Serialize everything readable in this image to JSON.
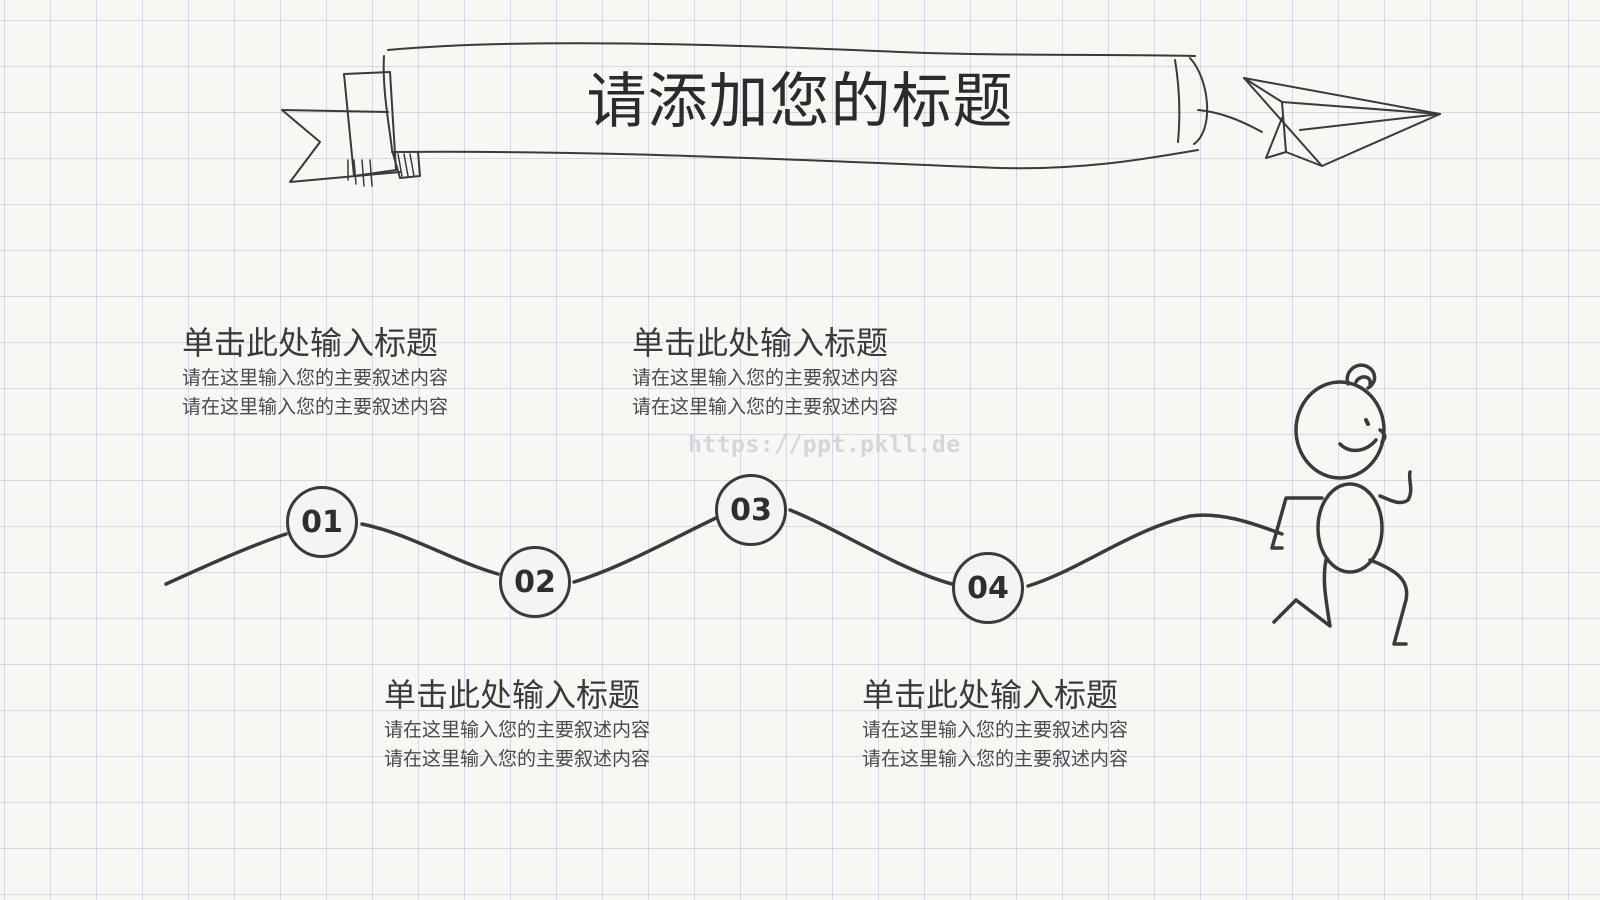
{
  "page": {
    "title": "请添加您的标题"
  },
  "steps": [
    {
      "number": "01",
      "heading": "单击此处输入标题",
      "lines": [
        "请在这里输入您的主要叙述内容",
        "请在这里输入您的主要叙述内容"
      ]
    },
    {
      "number": "02",
      "heading": "单击此处输入标题",
      "lines": [
        "请在这里输入您的主要叙述内容",
        "请在这里输入您的主要叙述内容"
      ]
    },
    {
      "number": "03",
      "heading": "单击此处输入标题",
      "lines": [
        "请在这里输入您的主要叙述内容",
        "请在这里输入您的主要叙述内容"
      ]
    },
    {
      "number": "04",
      "heading": "单击此处输入标题",
      "lines": [
        "请在这里输入您的主要叙述内容",
        "请在这里输入您的主要叙述内容"
      ]
    }
  ],
  "watermark": "https://ppt.pkll.de",
  "colors": {
    "ink": "#3a3a3a",
    "paper": "#f6f8f4",
    "grid": "#aab2de"
  },
  "icons": [
    "ribbon-banner-icon",
    "paper-plane-icon",
    "stick-figure-runner-icon"
  ]
}
